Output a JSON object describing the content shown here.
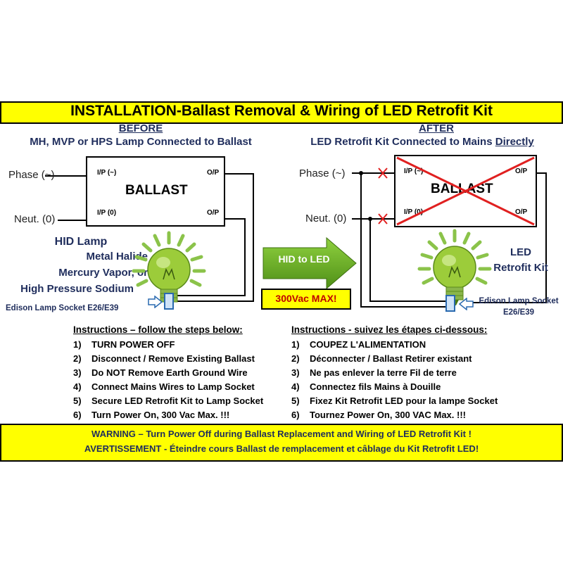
{
  "title": "INSTALLATION-Ballast Removal & Wiring of LED Retrofit Kit",
  "before": {
    "heading": "BEFORE",
    "description": "MH, MVP or HPS Lamp Connected to Ballast",
    "phase_label": "Phase (~)",
    "neutral_label": "Neut. (0)",
    "ballast": {
      "label": "BALLAST",
      "ip_phase": "I/P (~)",
      "ip_neutral": "I/P (0)",
      "op_top": "O/P",
      "op_bottom": "O/P"
    },
    "lamp_title": "HID Lamp",
    "lamp_lines": [
      "Metal Halide",
      "Mercury Vapor, or",
      "High Pressure Sodium"
    ],
    "socket_label": "Edison Lamp Socket E26/E39"
  },
  "arrow": {
    "label": "HID to LED",
    "voltage_note": "300Vac MAX!"
  },
  "after": {
    "heading": "AFTER",
    "description_prefix": "LED Retrofit Kit Connected to Mains ",
    "description_emphasis": "Directly",
    "phase_label": "Phase (~)",
    "neutral_label": "Neut. (0)",
    "ballast": {
      "label": "BALLAST",
      "ip_phase": "I/P (~)",
      "ip_neutral": "I/P (0)",
      "op_top": "O/P",
      "op_bottom": "O/P"
    },
    "lamp_lines": [
      "LED",
      "Retrofit Kit"
    ],
    "socket_lines": [
      "Edison Lamp Socket",
      "E26/E39"
    ]
  },
  "instructions_en": {
    "title": "Instructions – follow the steps below:",
    "steps": [
      {
        "n": "1)",
        "text": "TURN POWER OFF"
      },
      {
        "n": "2)",
        "text": "Disconnect / Remove Existing Ballast"
      },
      {
        "n": "3)",
        "text": "Do NOT Remove Earth Ground Wire"
      },
      {
        "n": "4)",
        "text": "Connect Mains Wires to Lamp Socket"
      },
      {
        "n": "5)",
        "text": "Secure LED Retrofit Kit to Lamp Socket"
      },
      {
        "n": "6)",
        "text": "Turn Power On, 300 Vac Max. !!!"
      }
    ]
  },
  "instructions_fr": {
    "title": "Instructions - suivez les étapes ci-dessous:",
    "steps": [
      {
        "n": "1)",
        "text": "COUPEZ L'ALIMENTATION"
      },
      {
        "n": "2)",
        "text": "Déconnecter / Ballast Retirer existant"
      },
      {
        "n": "3)",
        "text": "Ne pas enlever la terre Fil de terre"
      },
      {
        "n": "4)",
        "text": "Connectez fils Mains à Douille"
      },
      {
        "n": "5)",
        "text": "Fixez Kit Retrofit LED pour la lampe Socket"
      },
      {
        "n": "6)",
        "text": "Tournez Power On, 300 VAC Max. !!!"
      }
    ]
  },
  "warning": {
    "en": "WARNING – Turn Power Off during Ballast Replacement and Wiring of LED Retrofit Kit !",
    "fr": "AVERTISSEMENT - Éteindre cours Ballast de remplacement et câblage du Kit Retrofit LED!"
  },
  "colors": {
    "banner": "#ffff00",
    "heading_text": "#1f2d5c",
    "cross": "#e02020",
    "arrow_green": "#6ab023",
    "warning_red": "#c00000"
  }
}
